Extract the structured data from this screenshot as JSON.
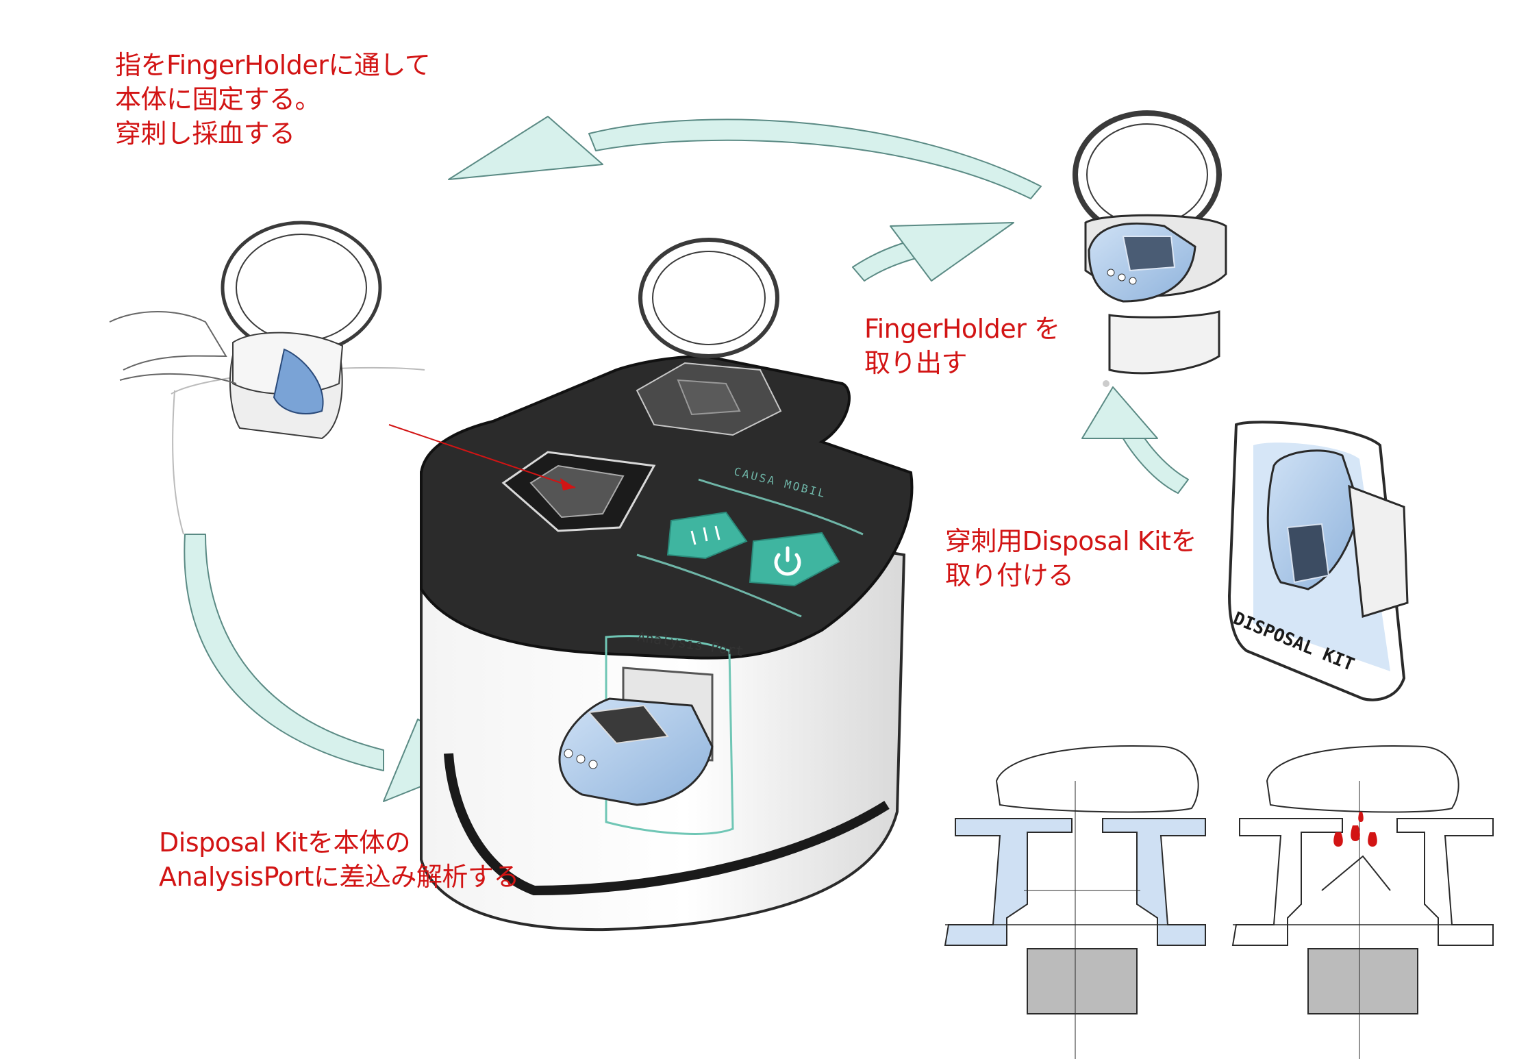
{
  "annotations": {
    "step_insert_finger": "指をFingerHolderに通して\n本体に固定する。\n穿刺し採血する",
    "step_take_out": "FingerHolder を\n取り出す",
    "step_attach_kit": "穿刺用Disposal Kitを\n取り付ける",
    "step_analyze": "Disposal Kitを本体の\nAnalysisPortに差込み解析する"
  },
  "device": {
    "brand_label": "CAUSA MOBIL",
    "port_label": "Analysis Port"
  },
  "kit_label": "DISPOSAL KIT",
  "colors": {
    "annotation": "#d21414",
    "flow_arrow_fill": "#d7f1ec",
    "flow_arrow_stroke": "#5a8a84",
    "button_teal": "#3fb5a0",
    "device_top": "#2b2b2b",
    "kit_blue": "#b9d4ef",
    "blood": "#d21414"
  }
}
